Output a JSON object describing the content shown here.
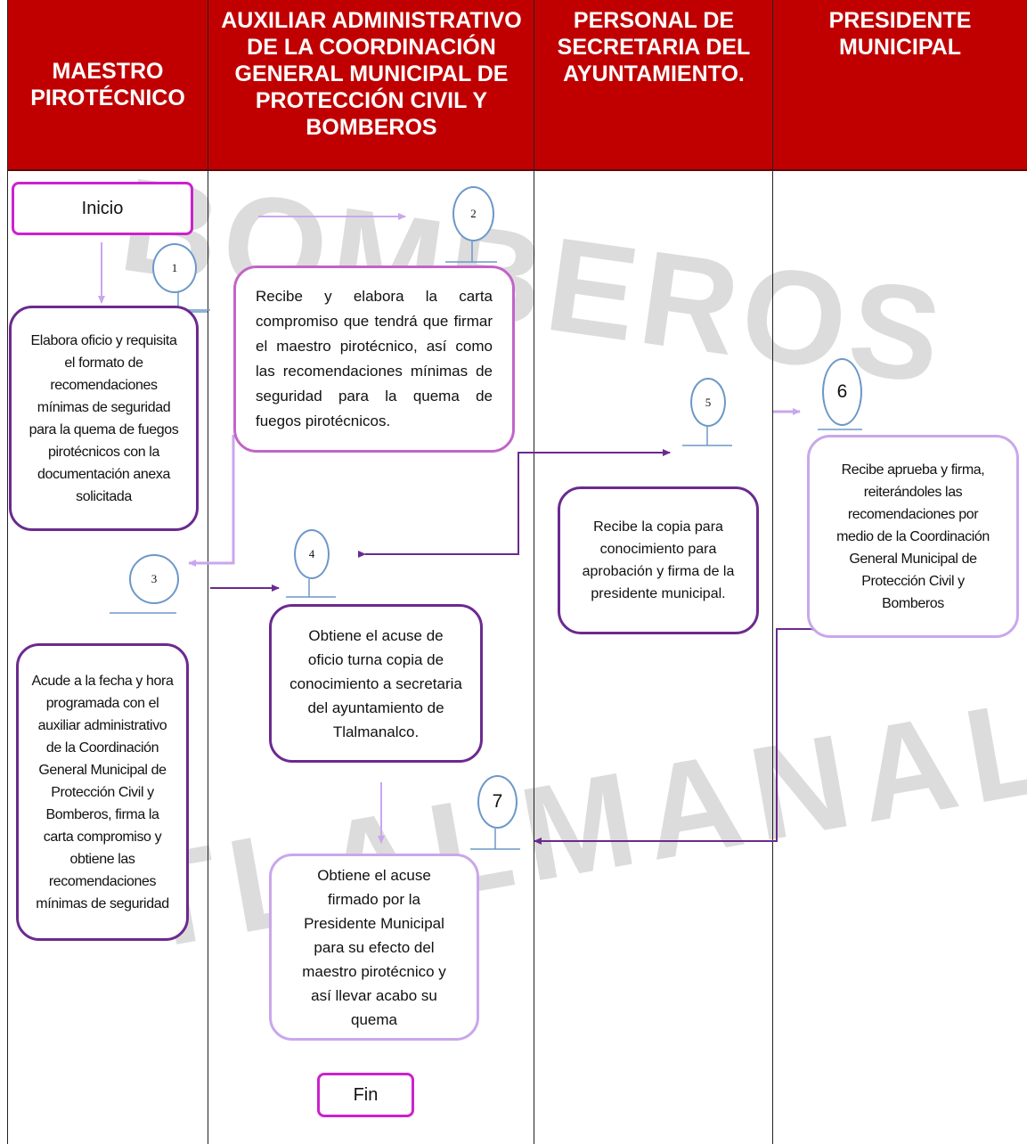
{
  "lanes": [
    {
      "title": "MAESTRO\nPIROTÉCNICO"
    },
    {
      "title": "AUXILIAR ADMINISTRATIVO\nDE LA COORDINACIÓN\nGENERAL MUNICIPAL DE\nPROTECCIÓN CIVIL Y\nBOMBEROS"
    },
    {
      "title": "PERSONAL DE\nSECRETARIA DEL\nAYUNTAMIENTO."
    },
    {
      "title": "PRESIDENTE\nMUNICIPAL"
    }
  ],
  "terminals": {
    "start": "Inicio",
    "end": "Fin"
  },
  "steps": [
    {
      "number": "1",
      "text": "Elabora oficio y requisita el formato de recomendaciones mínimas de seguridad para la quema de fuegos pirotécnicos con la documentación anexa solicitada"
    },
    {
      "number": "2",
      "text": "Recibe y elabora la carta compromiso que tendrá que firmar el maestro pirotécnico, así como las recomendaciones mínimas de seguridad para la quema de fuegos pirotécnicos."
    },
    {
      "number": "3",
      "text": "Acude a la fecha y hora programada con el auxiliar administrativo de la Coordinación General Municipal de Protección Civil y Bomberos, firma la carta compromiso y obtiene las recomendaciones mínimas de seguridad"
    },
    {
      "number": "4",
      "text": "Obtiene el acuse de oficio turna copia de conocimiento a secretaria del ayuntamiento de Tlalmanalco."
    },
    {
      "number": "5",
      "text": "Recibe la copia para conocimiento para aprobación y firma de la presidente municipal."
    },
    {
      "number": "6",
      "text": "Recibe aprueba y firma, reiterándoles las recomendaciones por medio de la Coordinación General Municipal de Protección Civil y Bomberos"
    },
    {
      "number": "7",
      "text": "Obtiene el acuse firmado por la Presidente Municipal para su efecto del maestro pirotécnico y así llevar acabo su quema"
    }
  ],
  "watermark": {
    "top": "BOMBEROS",
    "bottom": "TLALMANALCO"
  },
  "colors": {
    "header": "#c00000",
    "node": "#6c98c9",
    "arrow_dark": "#6b2a8f",
    "arrow_light": "#c9a7ec"
  }
}
